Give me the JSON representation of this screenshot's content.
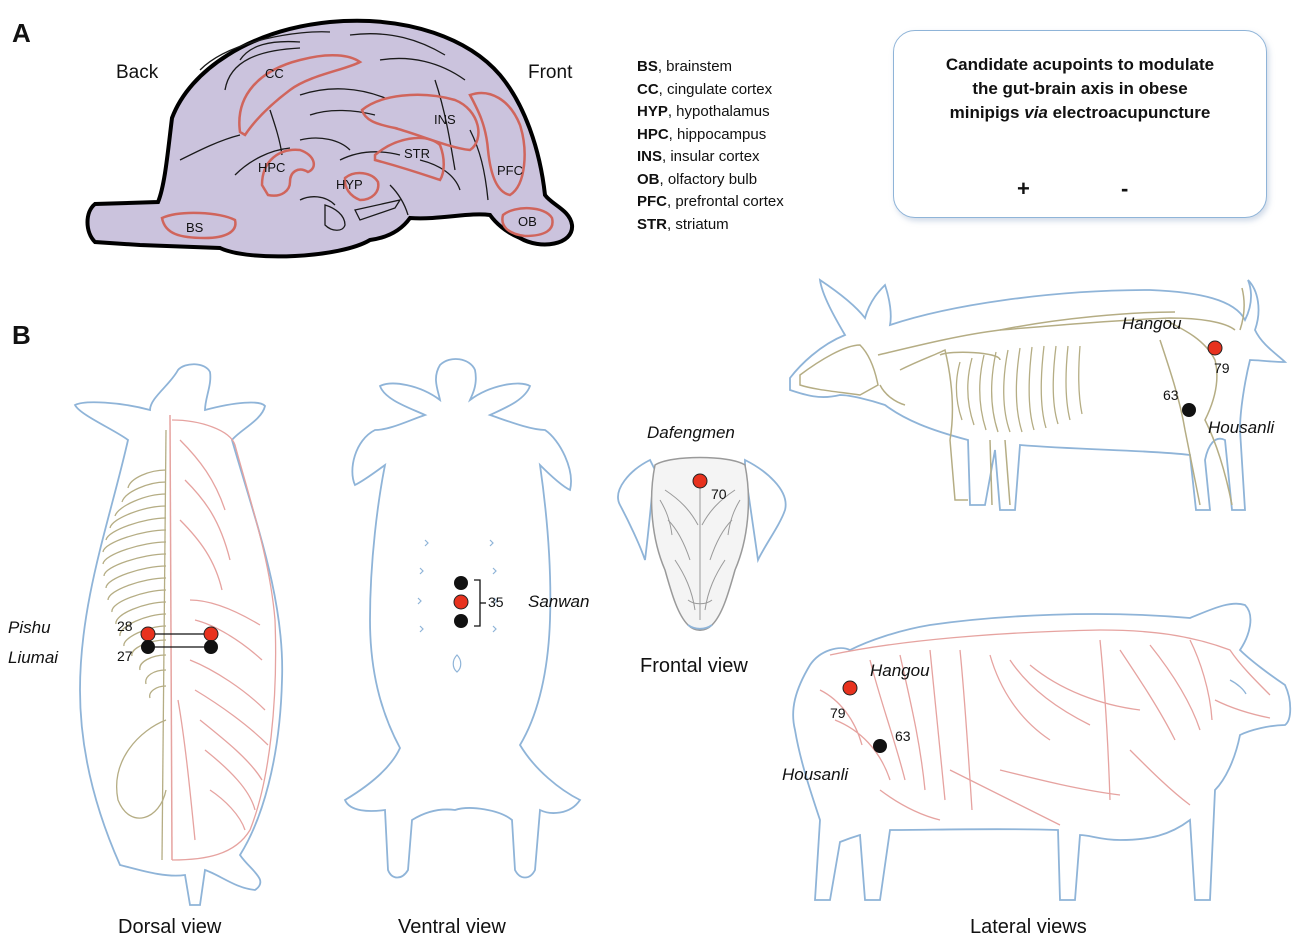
{
  "panels": {
    "a": "A",
    "b": "B"
  },
  "brain": {
    "back": "Back",
    "front": "Front",
    "regions": {
      "cc": "CC",
      "ins": "INS",
      "hpc": "HPC",
      "str": "STR",
      "pfc": "PFC",
      "hyp": "HYP",
      "bs": "BS",
      "ob": "OB"
    }
  },
  "abbreviations": [
    {
      "abbr": "BS",
      "text": ", brainstem"
    },
    {
      "abbr": "CC",
      "text": ", cingulate cortex"
    },
    {
      "abbr": "HYP",
      "text": ", hypothalamus"
    },
    {
      "abbr": "HPC",
      "text": ", hippocampus"
    },
    {
      "abbr": "INS",
      "text": ", insular cortex"
    },
    {
      "abbr": "OB",
      "text": ", olfactory bulb"
    },
    {
      "abbr": "PFC",
      "text": ", prefrontal cortex"
    },
    {
      "abbr": "STR",
      "text": ", striatum"
    }
  ],
  "candidate_box": {
    "title_line1": "Candidate acupoints to modulate",
    "title_line2": "the gut-brain axis in obese",
    "title_line3_a": "minipigs ",
    "title_line3_b": "via",
    "title_line3_c": " electroacupuncture",
    "plus": "+",
    "minus": "-"
  },
  "colors": {
    "stimulate": "#e8321e",
    "inhibit": "#111111",
    "outline_blue": "#8fb4d8",
    "skeleton": "#b5ad84",
    "muscle": "#e6a3a0",
    "brain_fill": "#cbc3dd",
    "brain_region": "#d0655c"
  },
  "dorsal": {
    "view_label": "Dorsal view",
    "name_line1": "Pishu",
    "name_line2": "Liumai",
    "num_28": "28",
    "num_27": "27"
  },
  "ventral": {
    "view_label": "Ventral view",
    "name": "Sanwan",
    "num_35": "35"
  },
  "frontal": {
    "view_label": "Frontal view",
    "name": "Dafengmen",
    "num_70": "70"
  },
  "lateral": {
    "view_label": "Lateral views",
    "top_hangou": "Hangou",
    "top_79": "79",
    "top_63": "63",
    "top_housanli": "Housanli",
    "bot_hangou": "Hangou",
    "bot_79": "79",
    "bot_63": "63",
    "bot_housanli": "Housanli"
  }
}
